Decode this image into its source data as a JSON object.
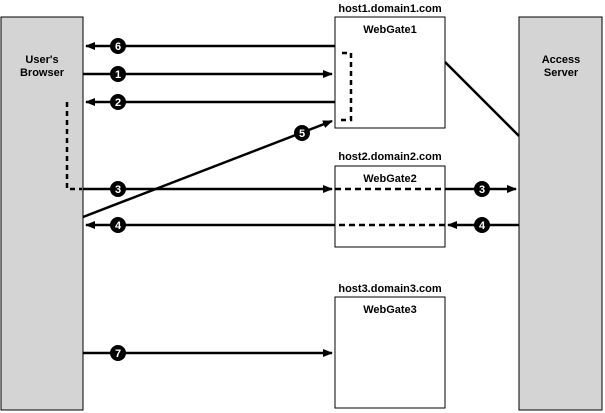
{
  "browser": {
    "line1": "User's",
    "line2": "Browser"
  },
  "access_server": {
    "line1": "Access",
    "line2": "Server"
  },
  "hosts": [
    {
      "hostname": "host1.domain1.com",
      "webgate": "WebGate1"
    },
    {
      "hostname": "host2.domain2.com",
      "webgate": "WebGate2"
    },
    {
      "hostname": "host3.domain3.com",
      "webgate": "WebGate3"
    }
  ],
  "steps": [
    "1",
    "2",
    "3",
    "3",
    "4",
    "4",
    "5",
    "6",
    "7"
  ],
  "colors": {
    "panel_fill": "#d4d4d4",
    "stroke": "#000000",
    "badge": "#000000",
    "badge_text": "#ffffff"
  }
}
